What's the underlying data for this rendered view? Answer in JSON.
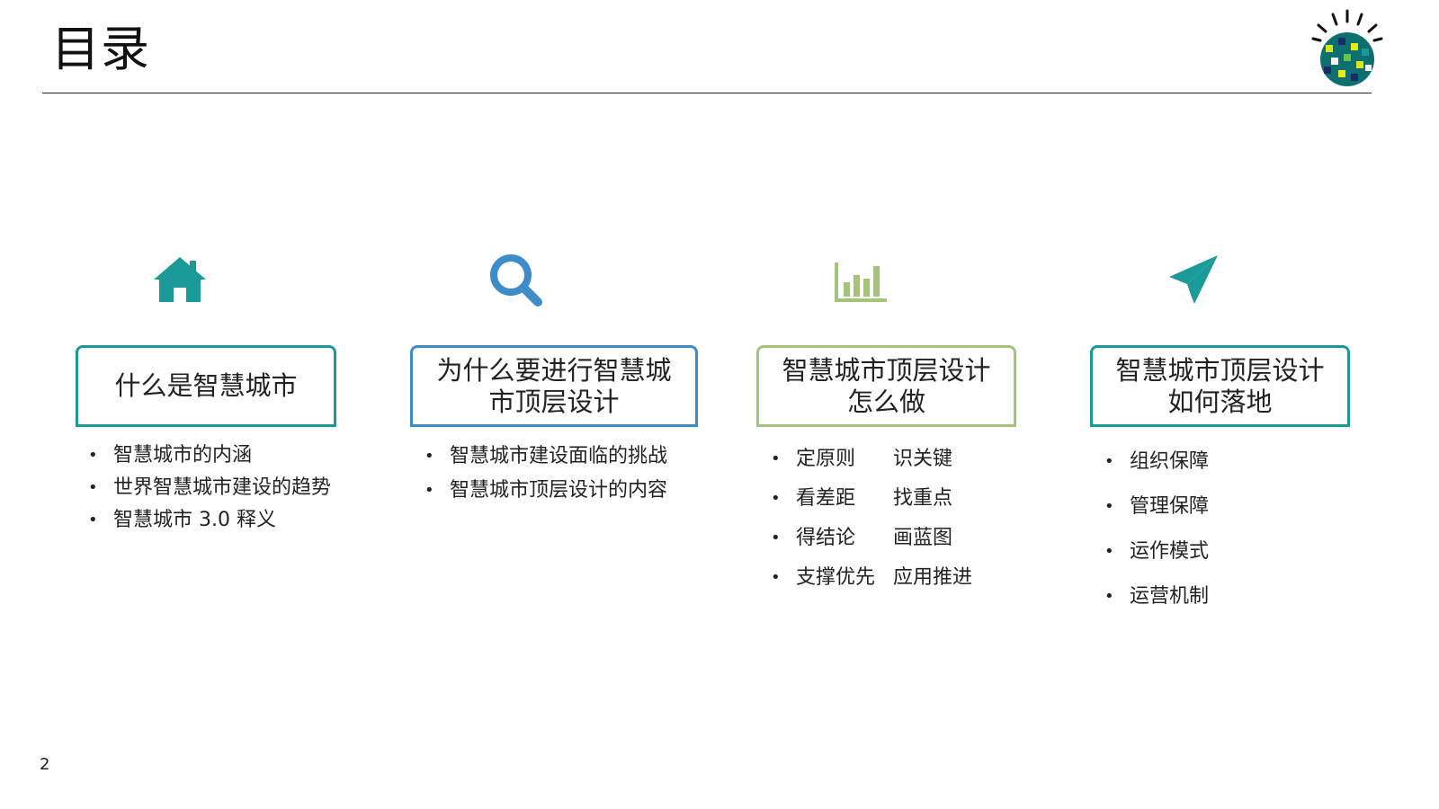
{
  "slide": {
    "title": "目录",
    "page_number": "2"
  },
  "colors": {
    "teal": "#1a9a98",
    "blue": "#3d8bc8",
    "green": "#a6c37a",
    "rule": "#222222"
  },
  "columns": [
    {
      "icon": "house-icon",
      "heading": "什么是智慧城市",
      "items": [
        "智慧城市的内涵",
        "世界智慧城市建设的趋势",
        "智慧城市 3.0 释义"
      ]
    },
    {
      "icon": "magnifier-icon",
      "heading": "为什么要进行智慧城市顶层设计",
      "items": [
        "智慧城市建设面临的挑战",
        "智慧城市顶层设计的内容"
      ]
    },
    {
      "icon": "bar-chart-icon",
      "heading": "智慧城市顶层设计怎么做",
      "items": [
        {
          "a": "定原则",
          "b": "识关键"
        },
        {
          "a": "看差距",
          "b": "找重点"
        },
        {
          "a": "得结论",
          "b": "画蓝图"
        },
        {
          "a": "支撑优先",
          "b": "应用推进"
        }
      ]
    },
    {
      "icon": "paper-plane-icon",
      "heading": "智慧城市顶层设计如何落地",
      "items": [
        "组织保障",
        "管理保障",
        "运作模式",
        "运营机制"
      ]
    }
  ]
}
